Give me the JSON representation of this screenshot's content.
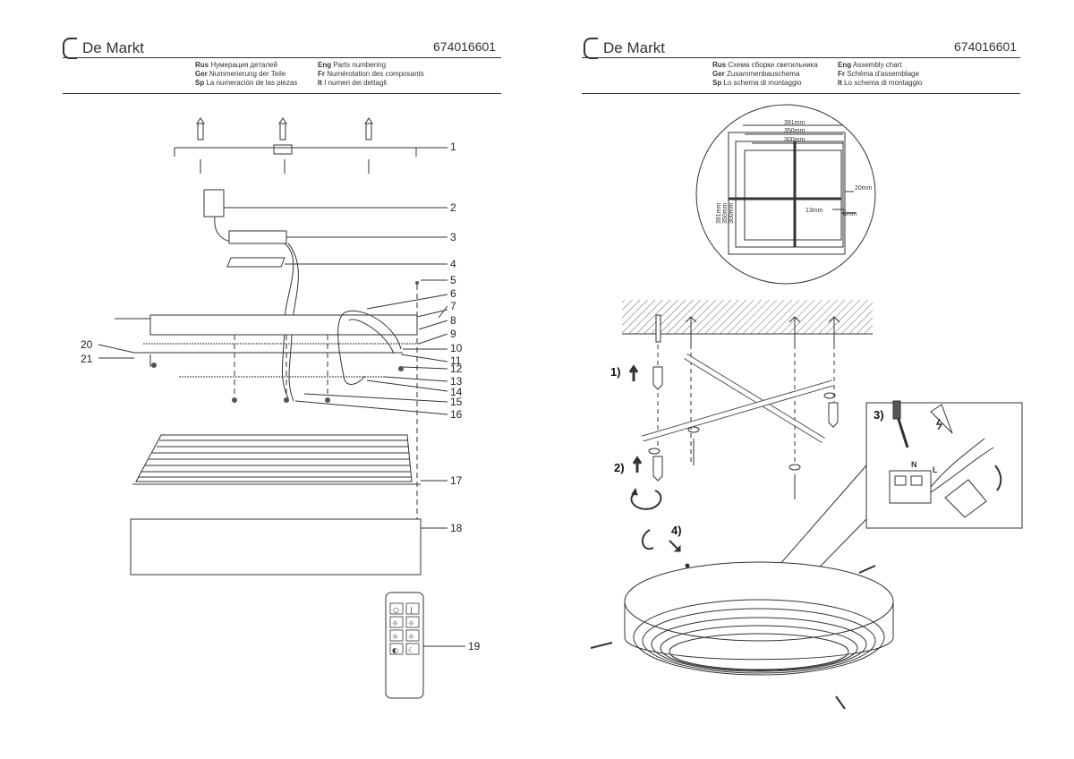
{
  "brand": "De Markt",
  "left": {
    "code": "674016601",
    "langs": [
      {
        "code": "Rus",
        "text": "Нумерация деталей"
      },
      {
        "code": "Ger",
        "text": "Nummerierung der Teile"
      },
      {
        "code": "Sp",
        "text": "La numeración de las piezas"
      },
      {
        "code": "Eng",
        "text": "Parts numbering"
      },
      {
        "code": "Fr",
        "text": "Numérotation des composants"
      },
      {
        "code": "It",
        "text": "I numeri dei dettagli"
      }
    ],
    "callouts": [
      "1",
      "2",
      "3",
      "4",
      "5",
      "6",
      "7",
      "8",
      "9",
      "10",
      "11",
      "12",
      "13",
      "14",
      "15",
      "16",
      "17",
      "18",
      "19",
      "20",
      "21"
    ]
  },
  "right": {
    "code": "674016601",
    "langs": [
      {
        "code": "Rus",
        "text": "Схема сборки светильника"
      },
      {
        "code": "Ger",
        "text": "Zusammenbauschema"
      },
      {
        "code": "Sp",
        "text": "Lo schema di montaggio"
      },
      {
        "code": "Eng",
        "text": "Assembly chart"
      },
      {
        "code": "Fr",
        "text": "Schéma d'assemblage"
      },
      {
        "code": "It",
        "text": "Lo schema di montaggio"
      }
    ],
    "dims": [
      "391mm",
      "350mm",
      "300mm",
      "20mm",
      "13mm",
      "6mm"
    ],
    "steps": [
      "1)",
      "2)",
      "3)",
      "4)"
    ],
    "terminal_labels": [
      "N",
      "L"
    ]
  }
}
